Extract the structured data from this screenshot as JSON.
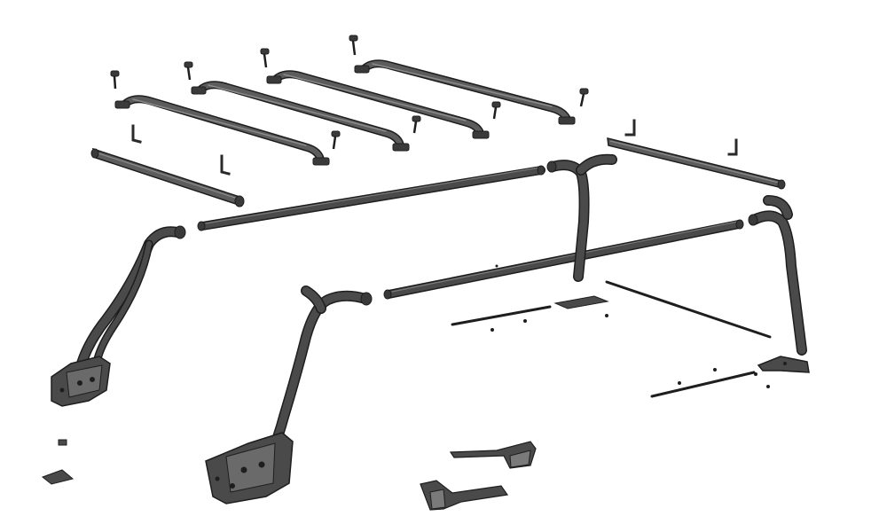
{
  "diagram": {
    "kind": "exploded-assembly",
    "labels": [],
    "colors": {
      "tube_dark": "#4a4a4a",
      "tube_mid": "#5c5c5c",
      "tube_highlight": "#8a8a8a",
      "outline": "#1e1e1e",
      "plate_fill": "#6a6a6a",
      "background": "#ffffff"
    },
    "parts": [
      {
        "name": "crossbar",
        "count": 4
      },
      {
        "name": "crossbar-knob",
        "count": 8
      },
      {
        "name": "side-rail-cover",
        "count": 2
      },
      {
        "name": "l-bracket",
        "count": 4
      },
      {
        "name": "long-side-tube",
        "count": 2
      },
      {
        "name": "corner-post",
        "count": 4
      },
      {
        "name": "base-mount",
        "count": 2
      },
      {
        "name": "mounting-strip",
        "count": 3
      },
      {
        "name": "corner-bracket",
        "count": 1
      },
      {
        "name": "floor-bracket",
        "count": 2
      },
      {
        "name": "small-shim",
        "count": 2
      }
    ]
  }
}
